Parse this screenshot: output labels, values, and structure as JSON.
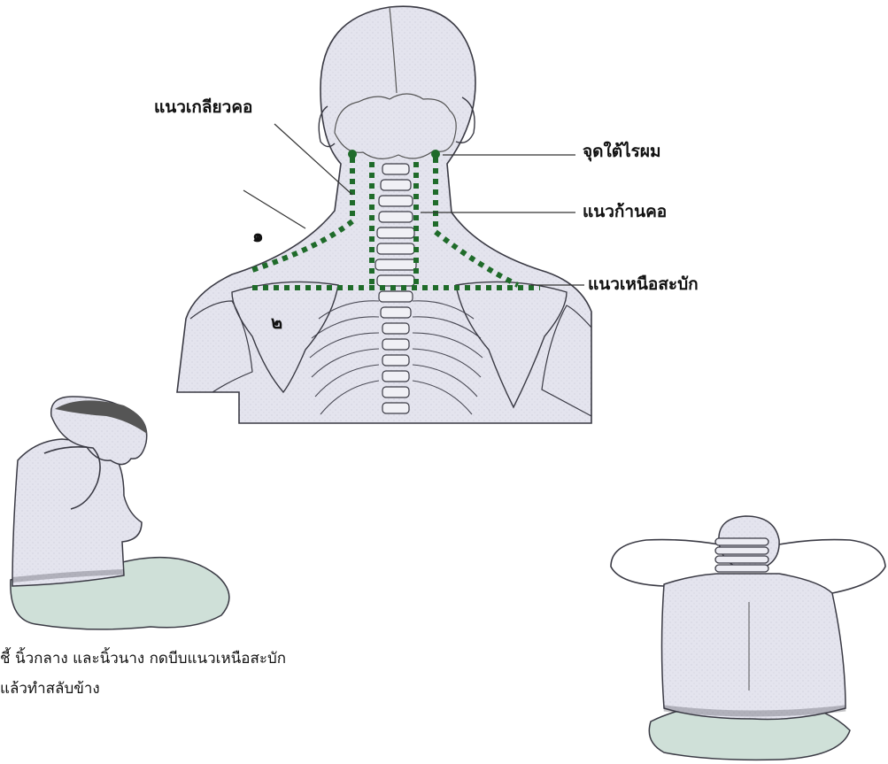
{
  "labels": {
    "neck_side_line": "แนวเกลียวคอ",
    "hairline_point": "จุดใต้ไรผม",
    "neck_stem_line": "แนวก้านคอ",
    "above_scapula_line": "แนวเหนือสะบัก",
    "marker_1": "๑",
    "marker_2": "๒"
  },
  "caption": {
    "line1": "ชี้ นิ้วกลาง และนิ้วนาง กดบีบแนวเหนือสะบัก",
    "line2": "แล้วทำสลับข้าง"
  },
  "colors": {
    "background": "#ffffff",
    "figure_fill": "#e6e6ef",
    "outline": "#3a3a44",
    "dotted_line": "#1f6b2a",
    "pants": "#cfe0d8"
  }
}
